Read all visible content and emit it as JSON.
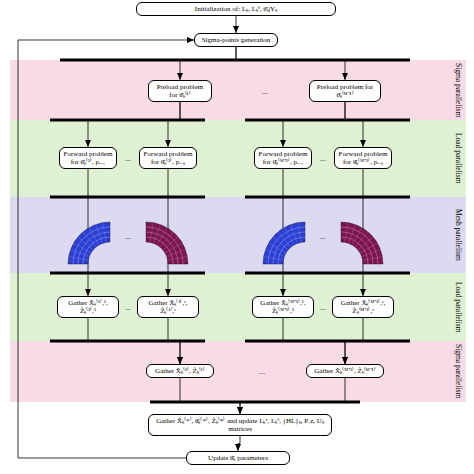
{
  "diagram": {
    "nodes": [
      {
        "text": [
          "Initialization of: Lₖ, Lₖᶿ, θ̂ₖ|Yₖ"
        ]
      },
      {
        "text": [
          "Sigma-points generation"
        ]
      },
      {
        "text": [
          "Sigma parallelism"
        ]
      },
      {
        "text": [
          "Preload problem for θ̂ₖ⁽¹⁾"
        ],
        "in": 2
      },
      {
        "text": [
          "Preload problem for θ̂ₖ⁽ᴹ⁺¹⁾"
        ],
        "in": 2
      },
      {
        "text": [
          "Load parallelism"
        ]
      },
      {
        "text": [
          "Forward problem for θ̂ₖ⁽¹⁾, pₑₓ₁"
        ],
        "in": 5
      },
      {
        "text": [
          "Forward problem for θ̂ₖ⁽¹⁾, pₑₓₛ"
        ],
        "in": 5
      },
      {
        "text": [
          "Forward problem for θ̂ₖ⁽ᴹ⁺¹⁾, pₑₓ₁"
        ],
        "in": 5
      },
      {
        "text": [
          "Forward problem for θ̂ₖ⁽ᴹ⁺¹⁾, pₑₓₛ"
        ],
        "in": 5
      },
      {
        "text": [
          "Mesh parallelism"
        ]
      },
      {
        "text": [
          "Load parallelism"
        ]
      },
      {
        "text": [
          "Gather X̂ₖ⁽¹⁾,¹, Ẑₖ⁽¹⁾,¹"
        ],
        "in": 11
      },
      {
        "text": [
          "Gather X̂ₖ⁽¹⁾,ˢ, Ẑₖ⁽¹⁾,ˢ"
        ],
        "in": 11
      },
      {
        "text": [
          "Gather X̂ₖ⁽ᴹ⁺¹⁾,¹, Ẑₖ⁽ᴹ⁺¹⁾,¹"
        ],
        "in": 11
      },
      {
        "text": [
          "Gather X̂ₖ⁽ᴹ⁺¹⁾,ˢ, Ẑₖ⁽ᴹ⁺¹⁾,ˢ"
        ],
        "in": 11
      },
      {
        "text": [
          "Sigma parallelism"
        ]
      },
      {
        "text": [
          "Gather X̂ₖ⁽¹⁾, Ẑₖ⁽¹⁾"
        ],
        "in": 16
      },
      {
        "text": [
          "Gather X̂ₖ⁽ᴹ⁺¹⁾, Ẑₖ⁽ᴹ⁺¹⁾"
        ],
        "in": 16
      },
      {
        "text": [
          "Gather X̂ₖ⁽*⁾, θ̂ₖ⁽*⁾, Ẑₖ⁽*⁾ and update Lₖˣ, Lₖᶿ, {HL}ₖ, Pₓz, Uₖ matrices"
        ]
      },
      {
        "text": [
          "Update θ̂ₖ parameters"
        ]
      }
    ],
    "edges": [
      {
        "from": 0,
        "to": 1,
        "arrow": "to"
      },
      {
        "from": 1,
        "to": 3,
        "arrow": "to"
      },
      {
        "from": 1,
        "to": 4,
        "arrow": "to"
      },
      {
        "from": 3,
        "to": 6,
        "arrow": "to"
      },
      {
        "from": 3,
        "to": 7,
        "arrow": "to"
      },
      {
        "from": 4,
        "to": 8,
        "arrow": "to"
      },
      {
        "from": 4,
        "to": 9,
        "arrow": "to"
      },
      {
        "from": 6,
        "to": 12,
        "arrow": "to"
      },
      {
        "from": 7,
        "to": 13,
        "arrow": "to"
      },
      {
        "from": 8,
        "to": 14,
        "arrow": "to"
      },
      {
        "from": 9,
        "to": 15,
        "arrow": "to"
      },
      {
        "from": 12,
        "to": 17,
        "arrow": "to"
      },
      {
        "from": 13,
        "to": 17,
        "arrow": "to"
      },
      {
        "from": 14,
        "to": 18,
        "arrow": "to"
      },
      {
        "from": 15,
        "to": 18,
        "arrow": "to"
      },
      {
        "from": 17,
        "to": 19,
        "arrow": "to"
      },
      {
        "from": 18,
        "to": 19,
        "arrow": "to"
      },
      {
        "from": 19,
        "to": 20,
        "arrow": "to"
      },
      {
        "from": 20,
        "to": 1,
        "arrow": "to"
      }
    ],
    "labels": [
      "...",
      "...",
      "...",
      "...",
      "...",
      "...",
      "...",
      "..."
    ]
  }
}
